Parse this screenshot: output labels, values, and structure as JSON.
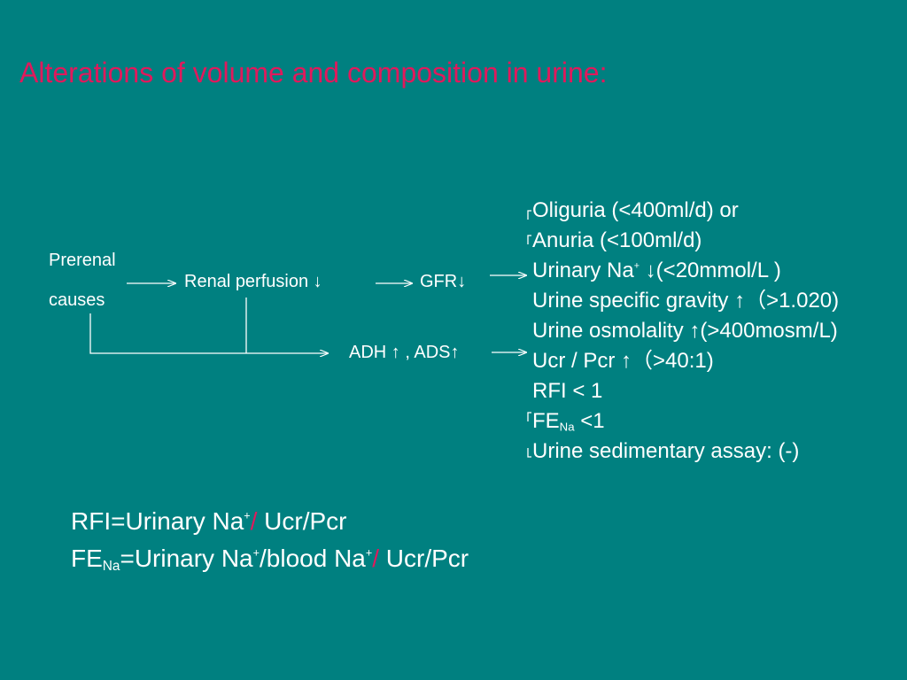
{
  "title": "Alterations of volume and composition in urine:",
  "flow": {
    "prerenal": "Prerenal",
    "causes": "causes",
    "renal_perfusion": "Renal perfusion ↓",
    "gfr": "GFR↓",
    "adh": "ADH ↑ , ADS↑"
  },
  "findings": {
    "oliguria": "Oliguria (<400ml/d) or",
    "anuria": "Anuria   (<100ml/d)",
    "urinary_na_prefix": "Urinary Na",
    "urinary_na_sup": "+",
    "urinary_na_suffix": " ↓(<20mmol/L )",
    "specific_gravity": "Urine specific gravity  ↑（>1.020)",
    "osmolality": "Urine osmolality ↑(>400mosm/L)",
    "ucr_pcr": "Ucr / Pcr  ↑（>40:1)",
    "rfi": "RFI < 1",
    "fena_prefix": "FE",
    "fena_sub": "Na",
    "fena_suffix": " <1",
    "sediment": "Urine sedimentary assay:  (-)"
  },
  "formulas": {
    "rfi_prefix": "RFI=Urinary Na",
    "rfi_sup": "+",
    "rfi_slash": "/",
    "rfi_suffix": " Ucr/Pcr",
    "fena_fe": "FE",
    "fena_sub": "Na",
    "fena_mid": "=Urinary Na",
    "fena_sup1": "+",
    "fena_blood": "/blood Na",
    "fena_sup2": "+",
    "fena_slash": "/",
    "fena_suffix": " Ucr/Pcr"
  },
  "colors": {
    "background": "#008080",
    "title": "#e0195c",
    "text": "#ffffff"
  }
}
